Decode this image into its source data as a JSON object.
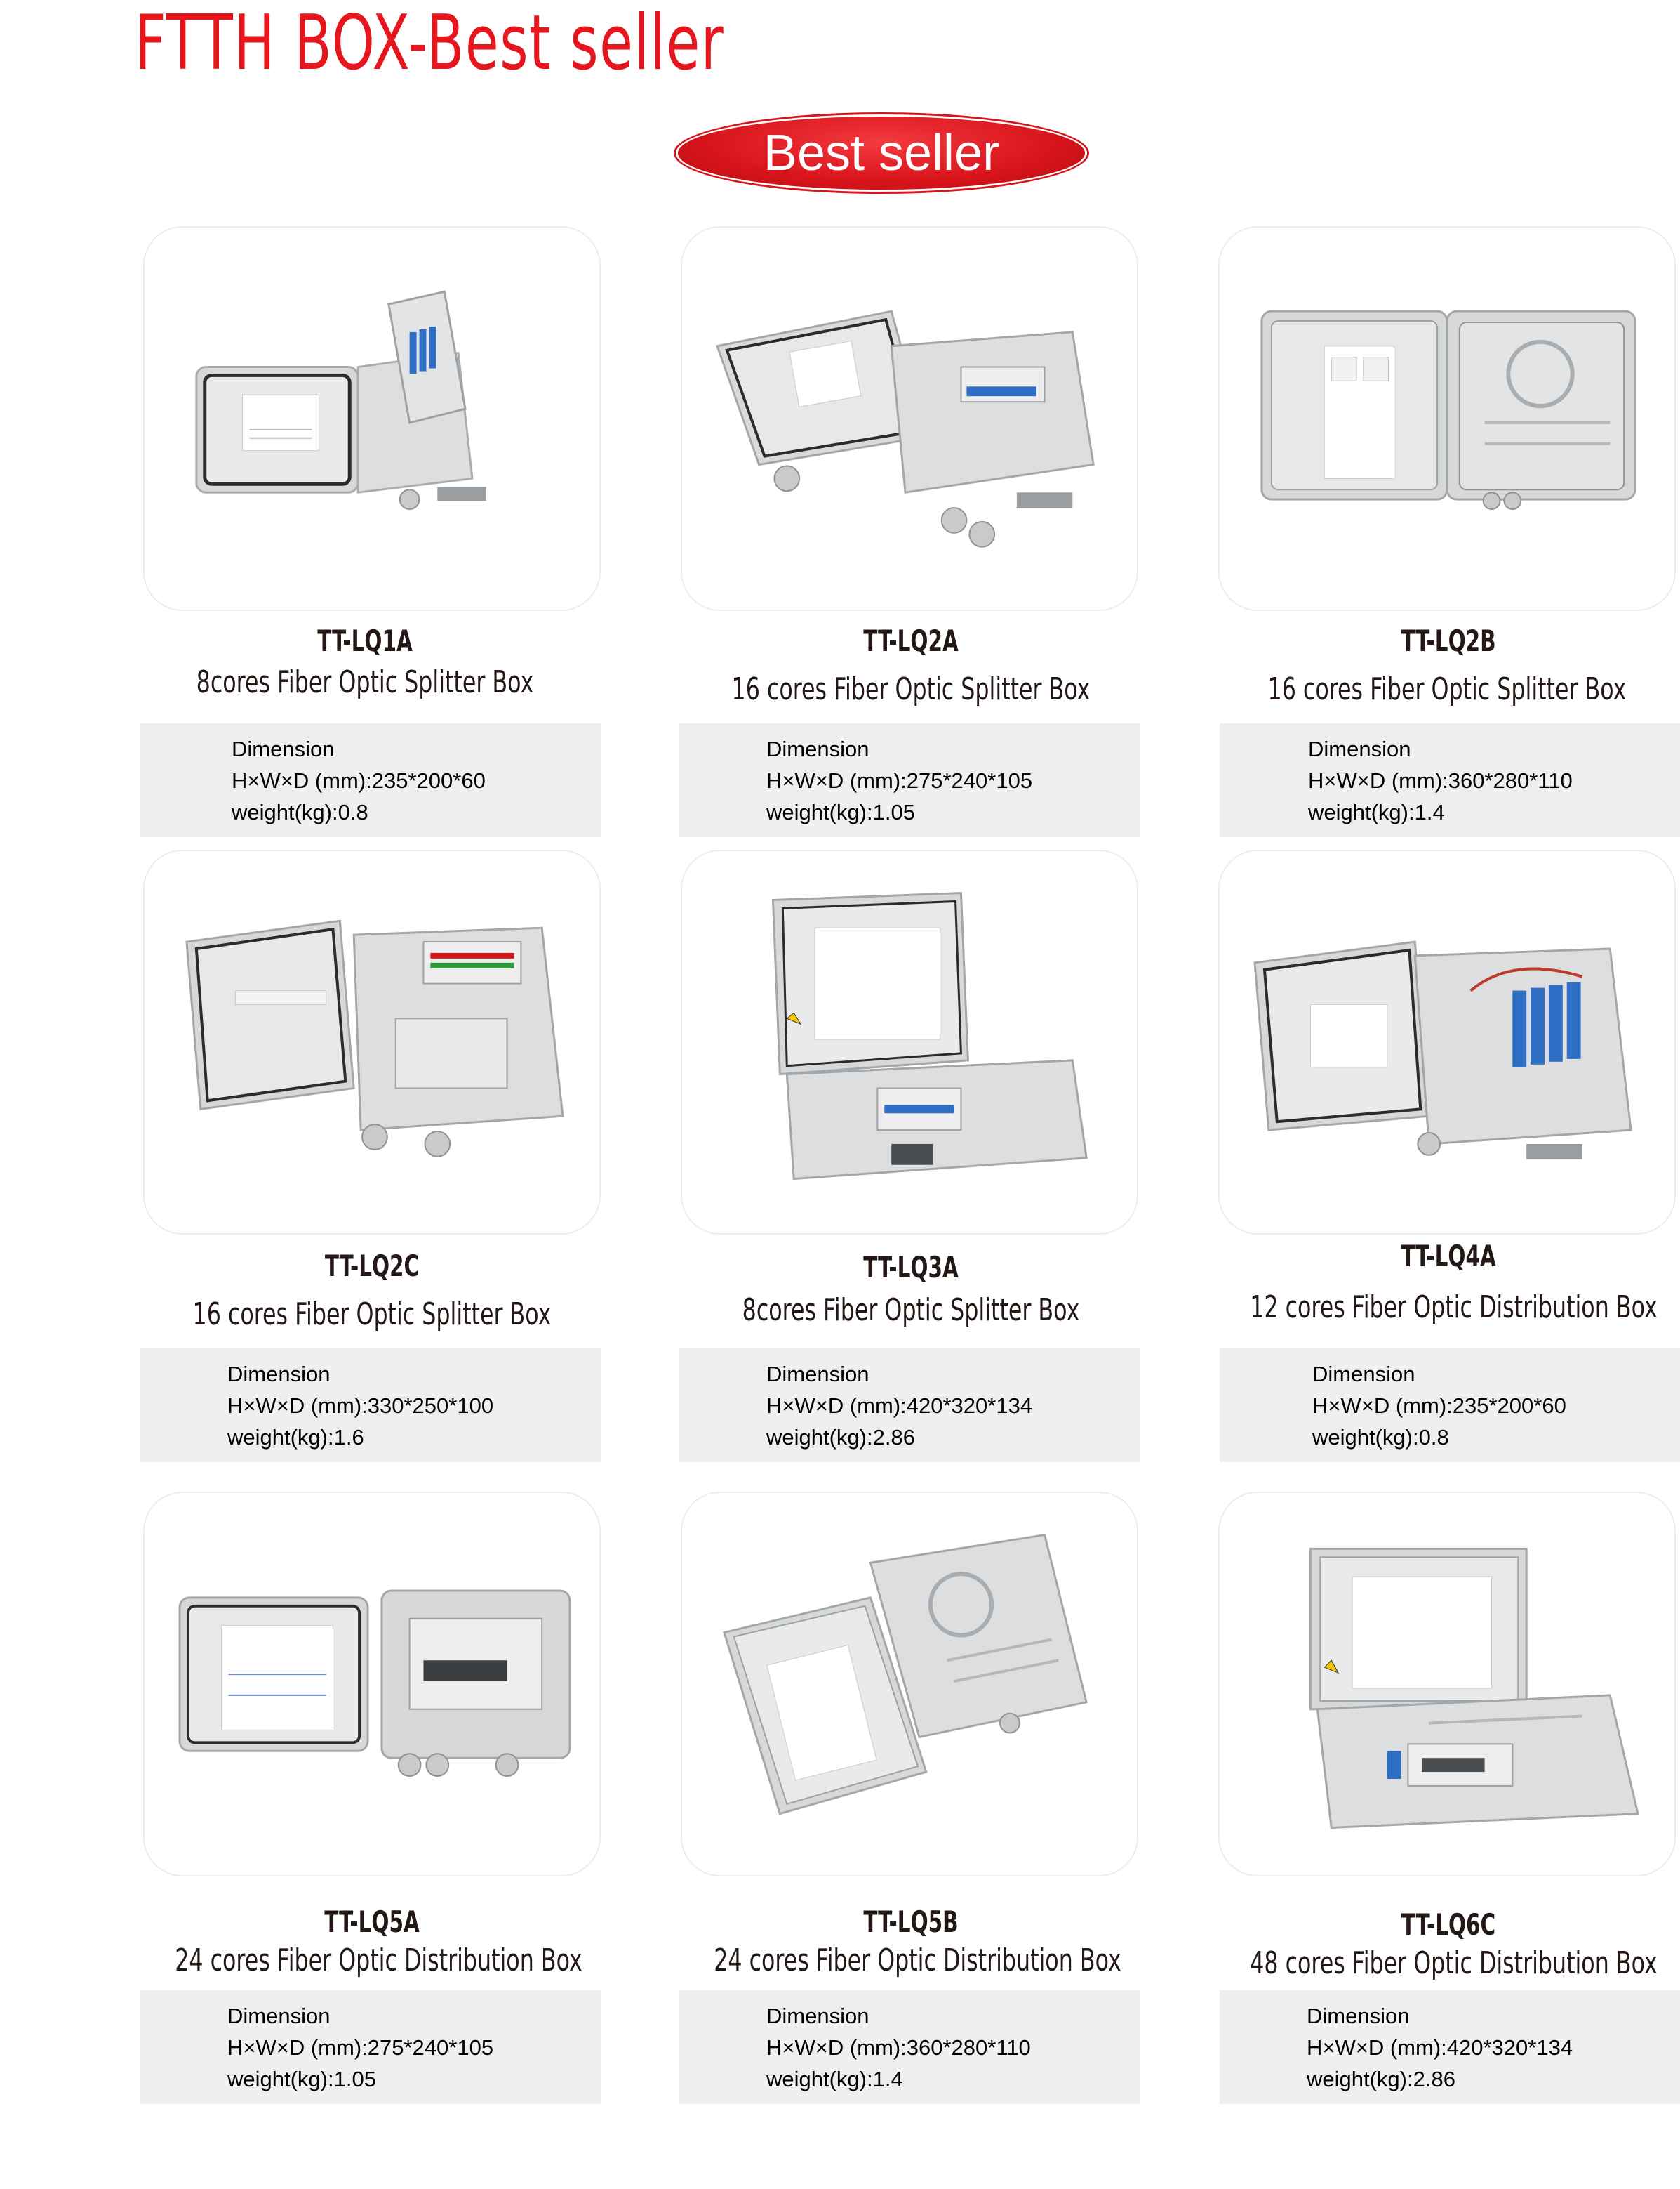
{
  "page": {
    "title": "FTTH BOX-Best seller",
    "badge": "Best seller"
  },
  "colors": {
    "accent": "#e5161e",
    "card_border": "#eceeee",
    "spec_background": "#efefef"
  },
  "products": [
    {
      "model": "TT-LQ1A",
      "description": "8cores Fiber Optic Splitter Box",
      "dimension_label": "Dimension",
      "size": "H×W×D (mm):235*200*60",
      "weight": "weight(kg):0.8"
    },
    {
      "model": "TT-LQ2A",
      "description": "16 cores Fiber Optic Splitter Box",
      "dimension_label": "Dimension",
      "size": "H×W×D (mm):275*240*105",
      "weight": "weight(kg):1.05"
    },
    {
      "model": "TT-LQ2B",
      "description": "16 cores Fiber Optic Splitter Box",
      "dimension_label": "Dimension",
      "size": "H×W×D (mm):360*280*110",
      "weight": "weight(kg):1.4"
    },
    {
      "model": "TT-LQ2C",
      "description": "16 cores Fiber Optic Splitter Box",
      "dimension_label": "Dimension",
      "size": "H×W×D (mm):330*250*100",
      "weight": "weight(kg):1.6"
    },
    {
      "model": "TT-LQ3A",
      "description": "8cores Fiber Optic Splitter Box",
      "dimension_label": "Dimension",
      "size": "H×W×D (mm):420*320*134",
      "weight": "weight(kg):2.86"
    },
    {
      "model": "TT-LQ4A",
      "description": "12 cores Fiber Optic Distribution Box",
      "dimension_label": "Dimension",
      "size": "H×W×D (mm):235*200*60",
      "weight": "weight(kg):0.8"
    },
    {
      "model": "TT-LQ5A",
      "description": "24 cores Fiber Optic Distribution Box",
      "dimension_label": "Dimension",
      "size": "H×W×D (mm):275*240*105",
      "weight": "weight(kg):1.05"
    },
    {
      "model": "TT-LQ5B",
      "description": "24 cores Fiber Optic Distribution Box",
      "dimension_label": "Dimension",
      "size": "H×W×D (mm):360*280*110",
      "weight": "weight(kg):1.4"
    },
    {
      "model": "TT-LQ6C",
      "description": "48 cores Fiber Optic Distribution Box",
      "dimension_label": "Dimension",
      "size": "H×W×D (mm):420*320*134",
      "weight": "weight(kg):2.86"
    }
  ]
}
